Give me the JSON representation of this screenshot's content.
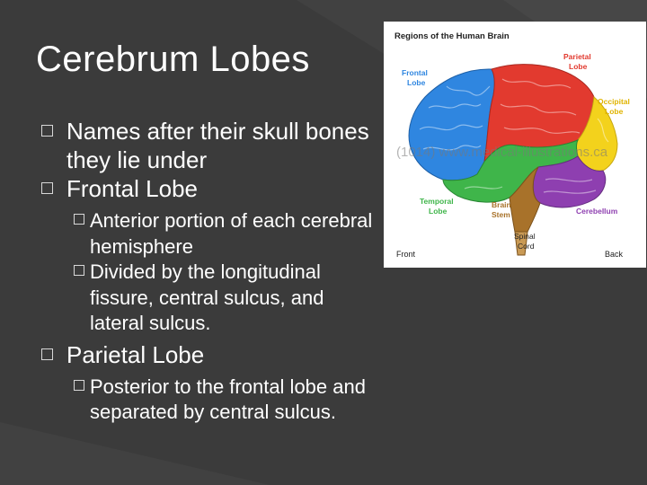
{
  "slide": {
    "title": "Cerebrum Lobes",
    "bullets": [
      {
        "level": 1,
        "text": "Names after their skull bones they lie under"
      },
      {
        "level": 1,
        "text": "Frontal Lobe"
      },
      {
        "level": 2,
        "text": "Anterior portion of each cerebral hemisphere"
      },
      {
        "level": 2,
        "text": "Divided by the longitudinal fissure, central sulcus, and lateral sulcus."
      },
      {
        "level": 1,
        "text": "Parietal Lobe"
      },
      {
        "level": 2,
        "text": "Posterior to the frontal lobe and separated by central sulcus."
      }
    ]
  },
  "figure": {
    "heading": "Regions of the Human Brain",
    "watermark": "(1014) www.medical-illustrations.ca",
    "labels": {
      "frontal": [
        "Frontal",
        "Lobe"
      ],
      "parietal": [
        "Parietal",
        "Lobe"
      ],
      "occipital": [
        "Occipital",
        "Lobe"
      ],
      "temporal": [
        "Temporal",
        "Lobe"
      ],
      "brainstem": [
        "Brain",
        "Stem"
      ],
      "cerebellum": "Cerebellum",
      "spinal": [
        "Spinal",
        "Cord"
      ],
      "front": "Front",
      "back": "Back"
    },
    "colors": {
      "frontal": "#2f86e0",
      "parietal": "#e23a2f",
      "occipital": "#f3d21c",
      "temporal": "#3fb54a",
      "cerebellum": "#8e3fb0",
      "brainstem": "#a8722a",
      "label_blue": "#2f86e0",
      "label_red": "#e23a2f",
      "label_yellow": "#e0b400",
      "label_green": "#3fb54a",
      "label_purple": "#8e3fb0",
      "label_brown": "#a8722a"
    }
  }
}
